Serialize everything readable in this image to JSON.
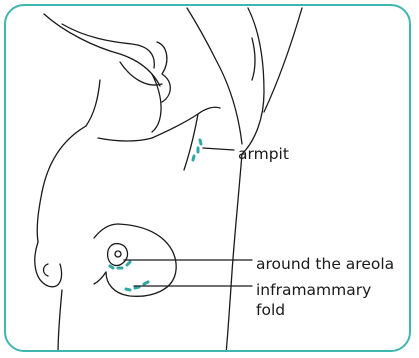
{
  "labels": {
    "armpit": "armpit",
    "areola": "around the areola",
    "fold_line1": "inframammary",
    "fold_line2": "fold"
  },
  "colors": {
    "frame": "#3fb6b2",
    "marks": "#2fa8a6",
    "ink": "#1a1a1a"
  }
}
